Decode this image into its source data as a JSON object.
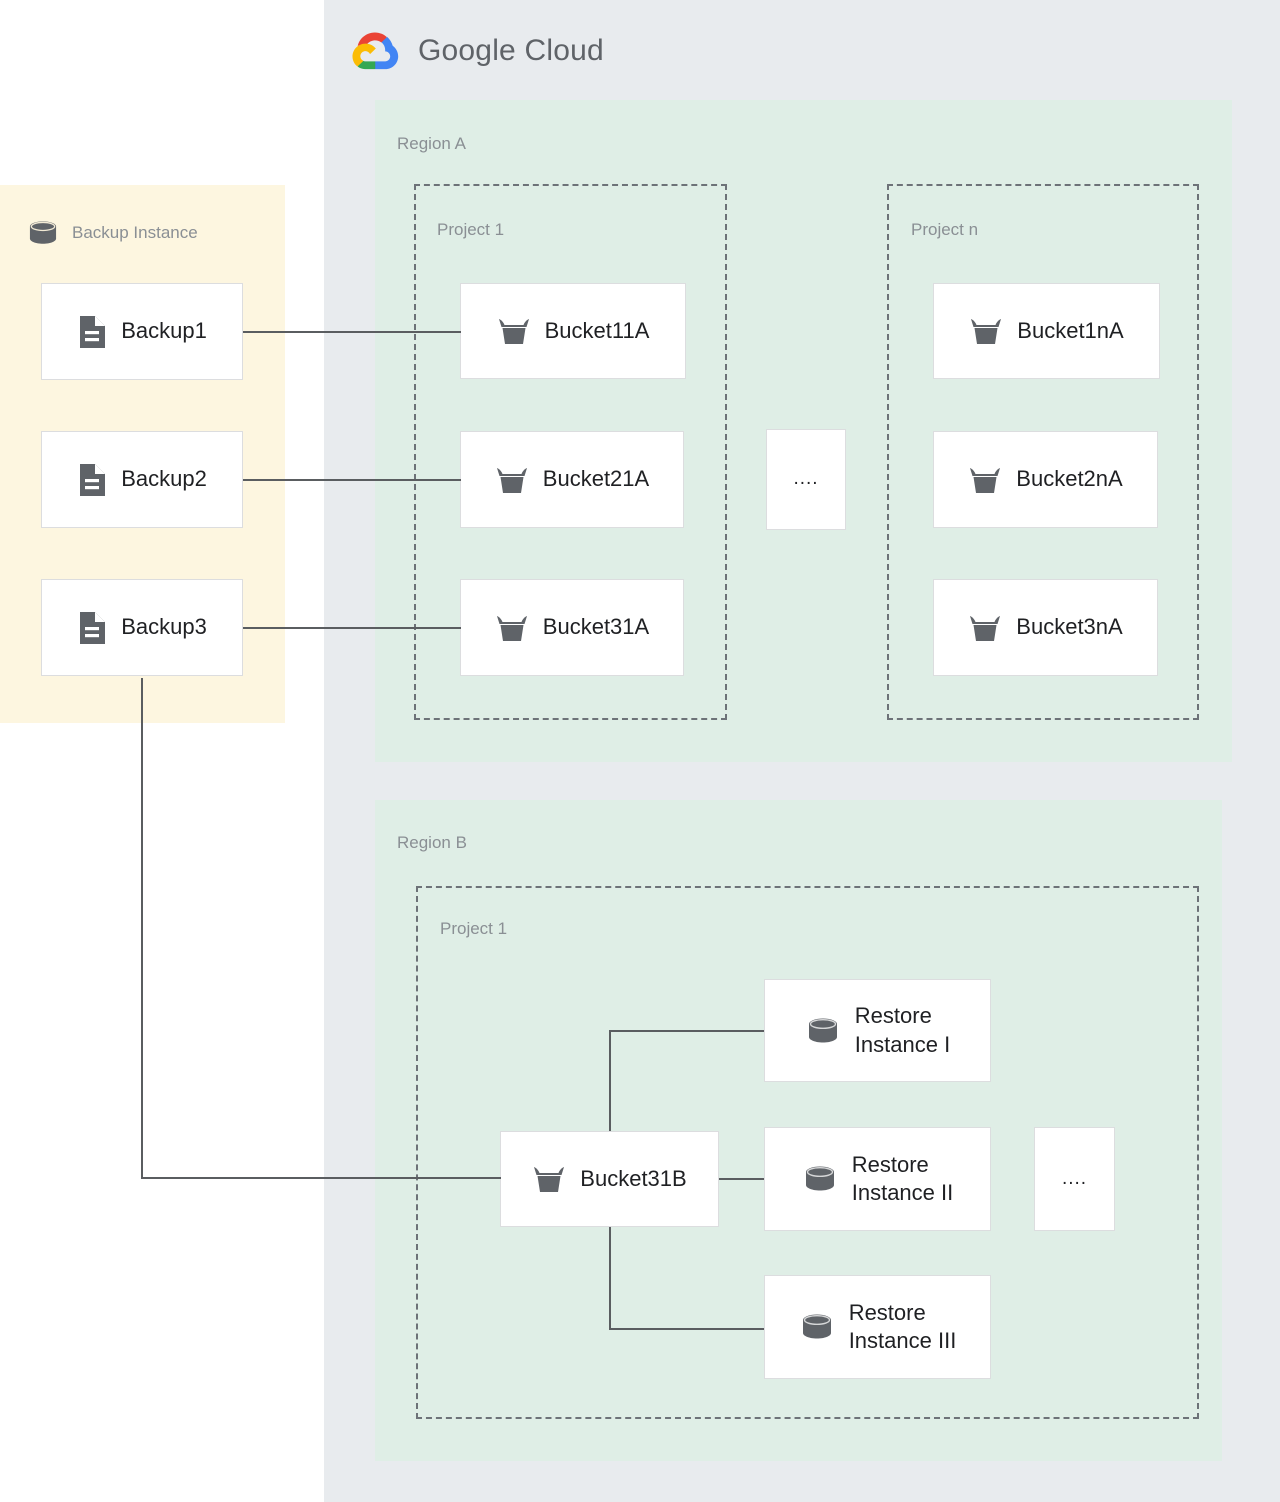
{
  "brand": {
    "name_bold": "Google",
    "name_light": " Cloud",
    "logo_colors": {
      "red": "#ea4335",
      "yellow": "#fbbc05",
      "green": "#34a853",
      "blue": "#4285f4"
    }
  },
  "colors": {
    "cloud_panel_bg": "#e8ebee",
    "region_bg": "#dfeee6",
    "backup_panel_bg": "#fdf6e0",
    "card_bg": "#ffffff",
    "card_border": "#dcdddf",
    "label_text": "#8a8f94",
    "card_text": "#1f2023",
    "line": "#5a5d60",
    "icon_fill": "#5f6368",
    "project_border": "#6d7278"
  },
  "backup_instance": {
    "label": "Backup Instance",
    "icon": "database-icon",
    "items": [
      {
        "label": "Backup1",
        "icon": "document-icon"
      },
      {
        "label": "Backup2",
        "icon": "document-icon"
      },
      {
        "label": "Backup3",
        "icon": "document-icon"
      }
    ]
  },
  "regions": [
    {
      "label": "Region A",
      "projects": [
        {
          "label": "Project 1",
          "items": [
            {
              "label": "Bucket11A",
              "icon": "bucket-icon"
            },
            {
              "label": "Bucket21A",
              "icon": "bucket-icon"
            },
            {
              "label": "Bucket31A",
              "icon": "bucket-icon"
            }
          ]
        },
        {
          "label": "Project n",
          "items": [
            {
              "label": "Bucket1nA",
              "icon": "bucket-icon"
            },
            {
              "label": "Bucket2nA",
              "icon": "bucket-icon"
            },
            {
              "label": "Bucket3nA",
              "icon": "bucket-icon"
            }
          ]
        }
      ],
      "ellipsis": "...."
    },
    {
      "label": "Region B",
      "projects": [
        {
          "label": "Project 1",
          "items": [
            {
              "label": "Bucket31B",
              "icon": "bucket-icon"
            },
            {
              "label": "Restore\nInstance I",
              "icon": "database-icon"
            },
            {
              "label": "Restore\nInstance II",
              "icon": "database-icon"
            },
            {
              "label": "Restore\nInstance III",
              "icon": "database-icon"
            }
          ]
        }
      ],
      "ellipsis": "...."
    }
  ]
}
